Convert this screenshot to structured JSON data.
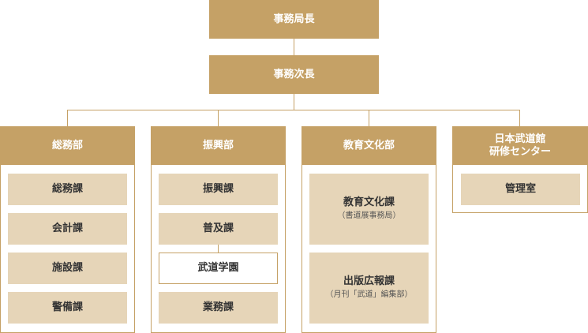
{
  "chart_data": {
    "type": "org-chart",
    "top": [
      {
        "id": "director",
        "label": "事務局長"
      },
      {
        "id": "deputy",
        "label": "事務次長"
      }
    ],
    "departments": [
      {
        "label": "総務部",
        "sections": [
          {
            "label": "総務課"
          },
          {
            "label": "会計課"
          },
          {
            "label": "施設課"
          },
          {
            "label": "警備課"
          }
        ]
      },
      {
        "label": "振興部",
        "sections": [
          {
            "label": "振興課"
          },
          {
            "label": "普及課"
          },
          {
            "label": "武道学園"
          },
          {
            "label": "業務課"
          }
        ]
      },
      {
        "label": "教育文化部",
        "sections": [
          {
            "label": "教育文化課",
            "note": "（書道展事務局）"
          },
          {
            "label": "出版広報課",
            "note": "（月刊「武道」編集部）"
          }
        ]
      },
      {
        "label": "日本武道館\n研修センター",
        "label_line1": "日本武道館",
        "label_line2": "研修センター",
        "sections": [
          {
            "label": "管理室"
          }
        ]
      }
    ],
    "colors": {
      "header": "#c5a166",
      "section": "#e6d5b8",
      "header_text": "#ffffff",
      "section_text": "#333333"
    }
  }
}
